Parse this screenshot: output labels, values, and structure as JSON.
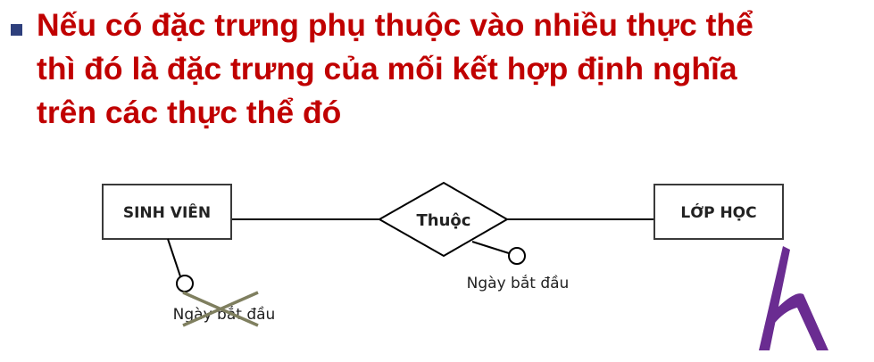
{
  "heading": {
    "lines": [
      "Nếu có đặc trưng phụ thuộc vào nhiều thực thể",
      "thì đó là đặc trưng của mối kết hợp định nghĩa",
      "trên các thực thể đó"
    ],
    "color": "#c00000"
  },
  "bullet": {
    "color": "#2e3f7c"
  },
  "diagram": {
    "entity_left": "SINH VIÊN",
    "relationship": "Thuộc",
    "entity_right": "LỚP HỌC",
    "attr_crossed": "Ngày bắt đầu",
    "attr_relationship": "Ngày bắt đầu",
    "cross_color": "#7f7f5f",
    "mark_color": "#6a2c91"
  }
}
